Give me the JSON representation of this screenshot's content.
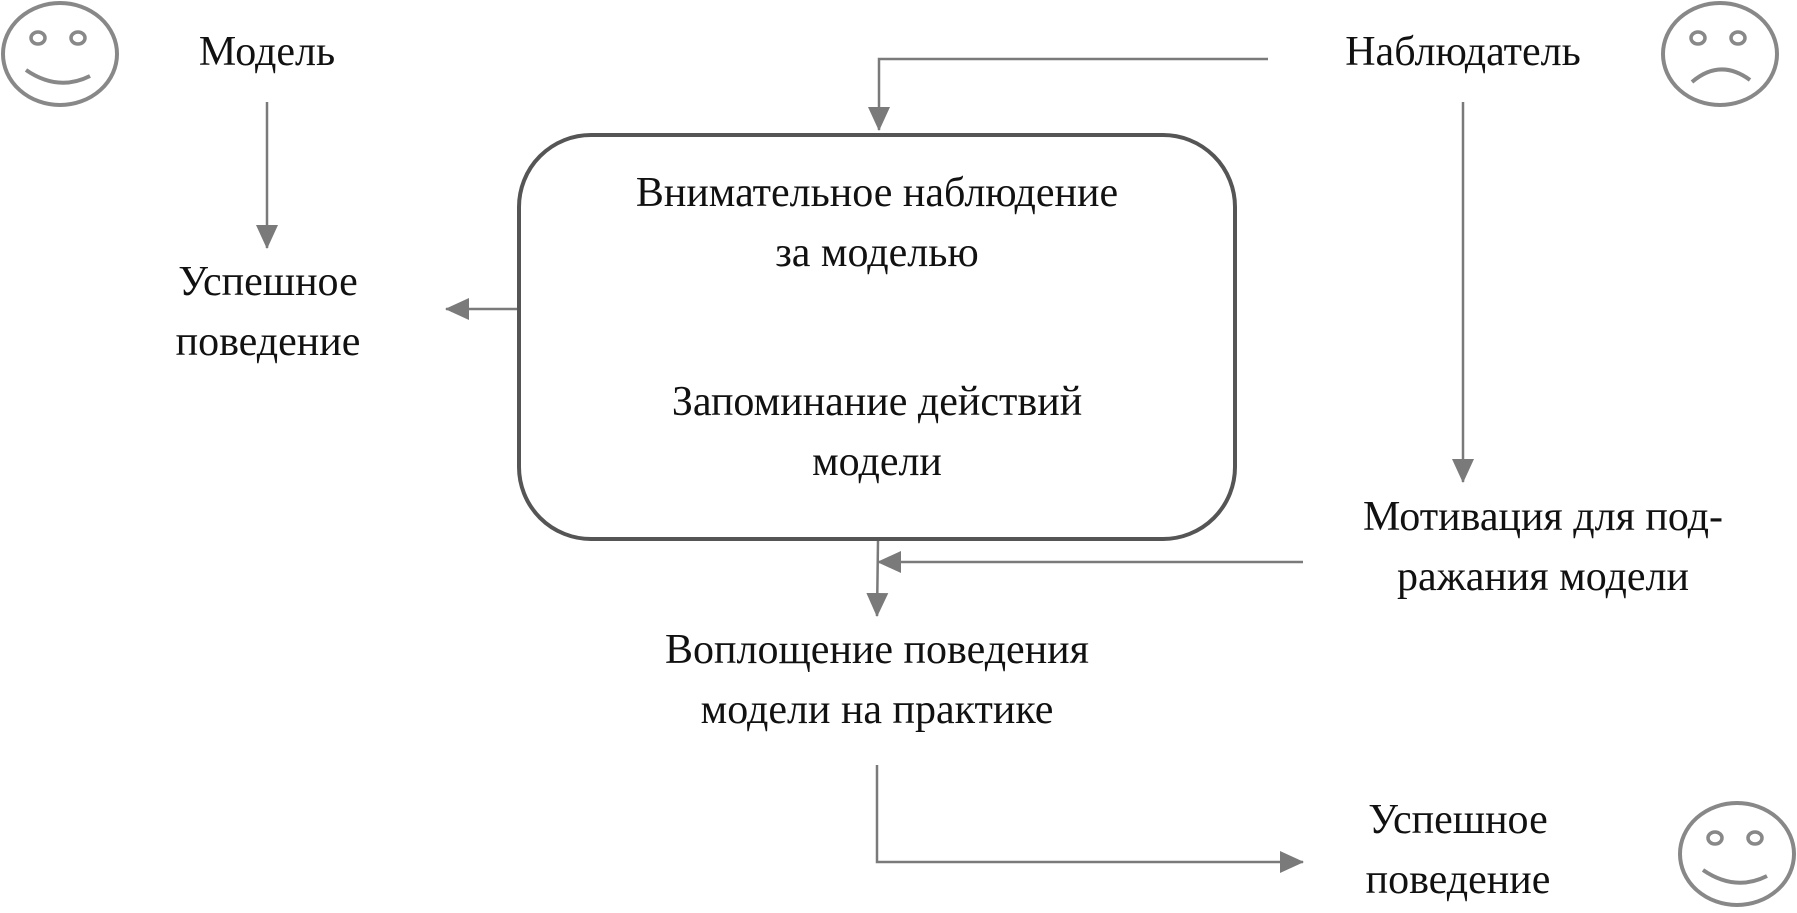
{
  "colors": {
    "arrow": "#7a7a7a",
    "arrow_dark": "#111111",
    "box_border": "#555555",
    "face": "#888888",
    "text": "#111111"
  },
  "icons": {
    "model": "smiley-face-icon",
    "observer": "sad-face-icon",
    "outcome": "smiley-face-icon"
  },
  "labels": {
    "model": "Модель",
    "observer": "Наблюдатель",
    "model_success": [
      "Успешное",
      "поведение"
    ],
    "attention": [
      "Внимательное наблюдение",
      "за моделью"
    ],
    "retention": [
      "Запоминание действий",
      "модели"
    ],
    "motivation": [
      "Мотивация для под-",
      "ражания модели"
    ],
    "reproduction": [
      "Воплощение поведения",
      "модели на практике"
    ],
    "outcome_success": [
      "Успешное",
      "поведение"
    ]
  }
}
